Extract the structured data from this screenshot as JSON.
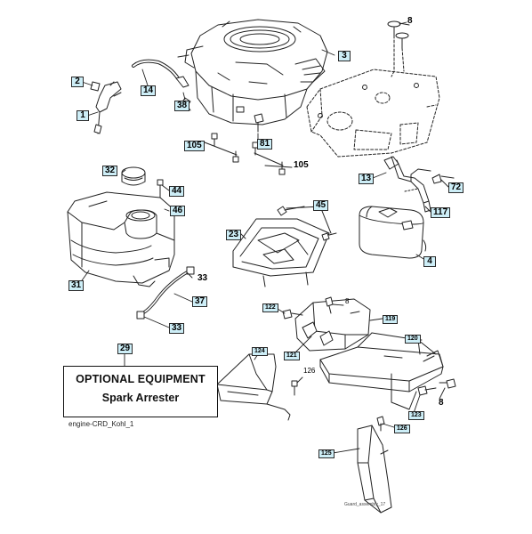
{
  "diagram": {
    "type": "exploded-parts-diagram",
    "line_color": "#222222",
    "callout_fill": "#cdeef7",
    "callouts": {
      "c1": "1",
      "c2": "2",
      "c3": "3",
      "c4": "4",
      "c8a": "8",
      "c8b": "8",
      "c8c": "8",
      "c13": "13",
      "c14": "14",
      "c23": "23",
      "c29": "29",
      "c31": "31",
      "c32": "32",
      "c33a": "33",
      "c33b": "33",
      "c37": "37",
      "c38": "38",
      "c44": "44",
      "c45": "45",
      "c46": "46",
      "c72": "72",
      "c81": "81",
      "c105a": "105",
      "c105b": "105",
      "c117": "117",
      "c119": "119",
      "c120": "120",
      "c121": "121",
      "c122": "122",
      "c123": "123",
      "c124": "124",
      "c125": "125",
      "c126a": "126",
      "c126b": "126"
    },
    "optional_box": {
      "title": "OPTIONAL EQUIPMENT",
      "subtitle": "Spark Arrester"
    },
    "footer_label": "engine-CRD_Kohl_1",
    "corner_label": "Guard_assembly_17"
  }
}
